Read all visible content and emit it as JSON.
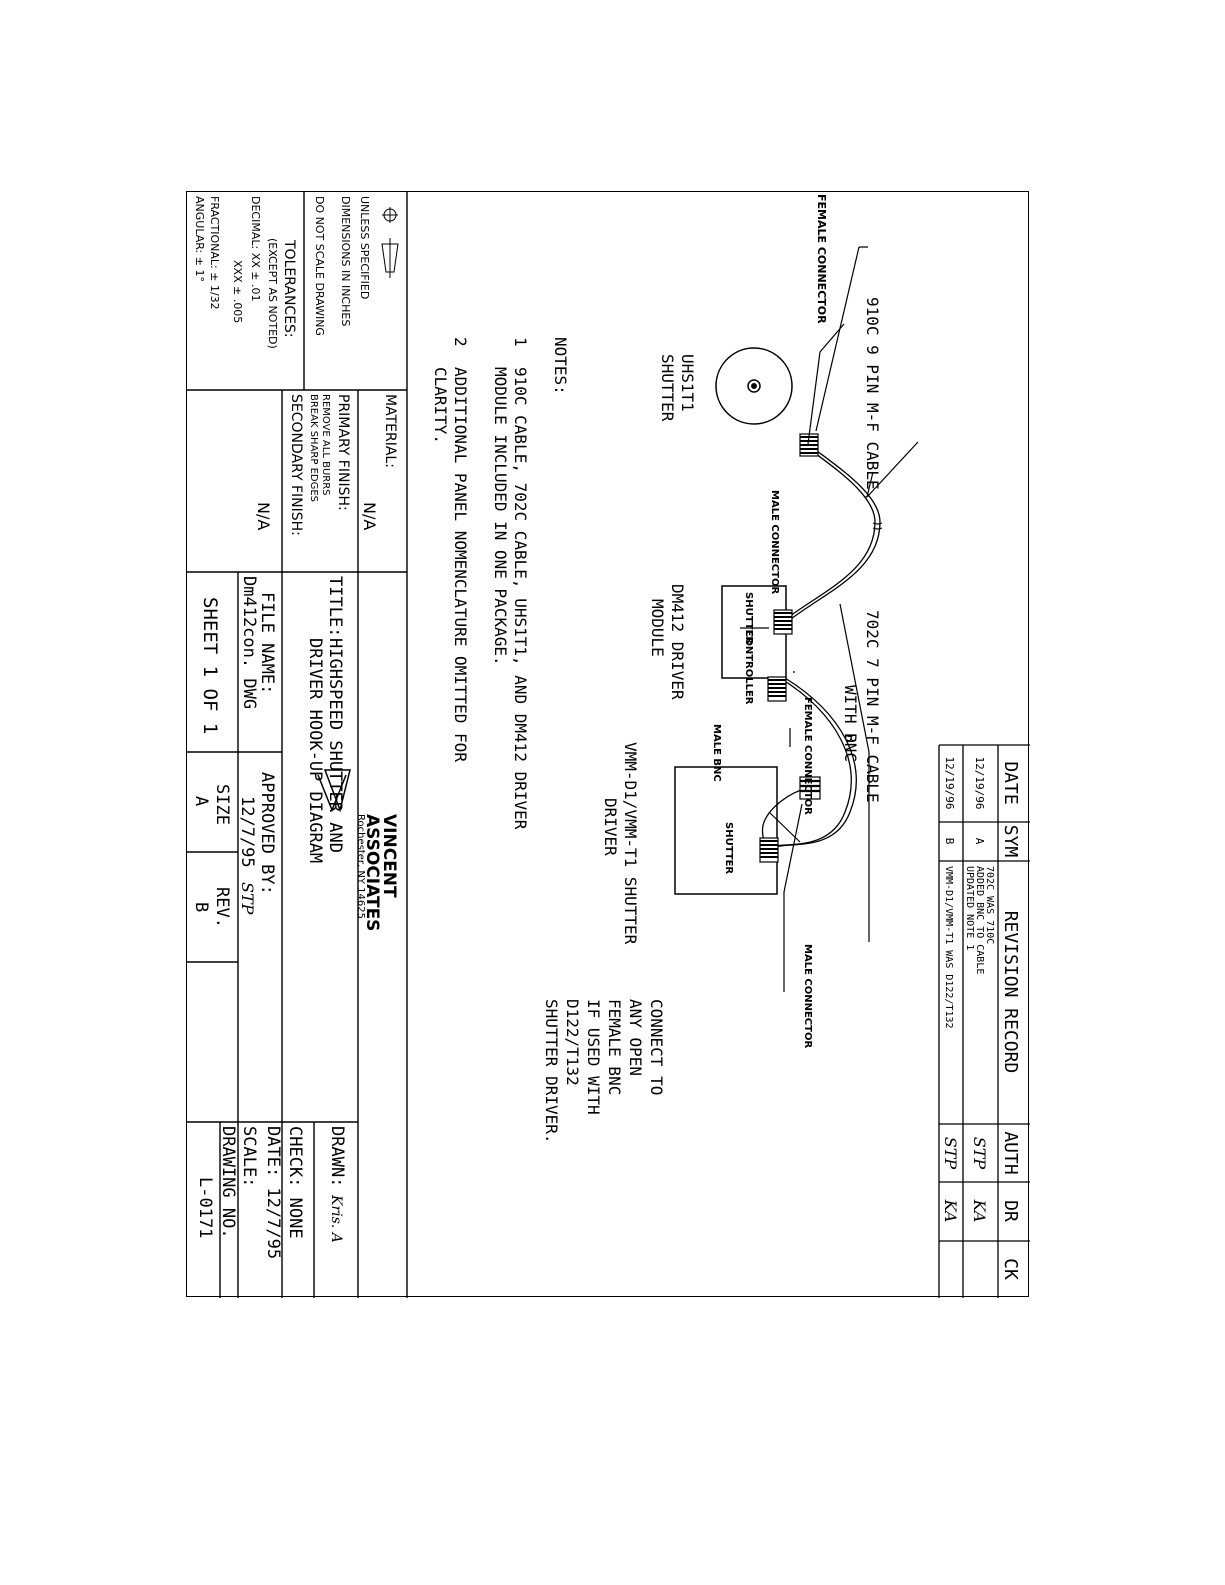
{
  "revision_record": {
    "headers": {
      "date": "DATE",
      "sym": "SYM",
      "rev": "REVISION RECORD",
      "auth": "AUTH",
      "dr": "DR",
      "ck": "CK"
    },
    "rows": [
      {
        "date": "12/19/96",
        "sym": "A",
        "desc": [
          "702C WAS 710C",
          "ADDED BNC TO CABLE",
          "UPDATED NOTE 1"
        ],
        "auth": "STP",
        "dr": "KA",
        "ck": ""
      },
      {
        "date": "12/19/96",
        "sym": "B",
        "desc": [
          "VMM-D1/VMM-T1 WAS D122/T132"
        ],
        "auth": "STP",
        "dr": "KA",
        "ck": ""
      }
    ]
  },
  "diagram": {
    "labels": {
      "cable_910c": "910C 9 PIN M-F CABLE",
      "cable_702c_1": "702C 7 PIN M-F CABLE",
      "cable_702c_2": "WITH BNC",
      "female_connector_1": "FEMALE CONNECTOR",
      "male_connector_1": "MALE CONNECTOR",
      "female_connector_2": "FEMALE CONNECTOR",
      "male_connector_2": "MALE CONNECTOR",
      "male_bnc": "MALE BNC",
      "shutter_port": "SHUTTER",
      "controller_port": "CONTROLLER",
      "vmm_shutter_port": "SHUTTER",
      "uhs_1": "UHS1T1",
      "uhs_2": "SHUTTER",
      "dm412_1": "DM412 DRIVER",
      "dm412_2": "MODULE",
      "vmm_1": "VMM-D1/VMM-T1 SHUTTER",
      "vmm_2": "DRIVER",
      "connect_note": [
        "CONNECT TO",
        "ANY OPEN",
        "FEMALE BNC",
        "IF USED WITH",
        "D122/T132",
        "SHUTTER DRIVER."
      ]
    }
  },
  "notes": {
    "heading": "NOTES:",
    "items": [
      {
        "num": "1",
        "lines": [
          "910C CABLE, 702C CABLE, UHS1T1, AND DM412 DRIVER",
          "MODULE INCLUDED IN ONE PACKAGE."
        ]
      },
      {
        "num": "2",
        "lines": [
          "ADDITIONAL PANEL NOMENCLATURE OMITTED FOR",
          "CLARITY."
        ]
      }
    ]
  },
  "title_block": {
    "unless_specified": "UNLESS SPECIFIED",
    "dimensions": "DIMENSIONS IN INCHES",
    "do_not_scale": "DO NOT SCALE DRAWING",
    "tolerances": "TOLERANCES:",
    "except_as_noted": "(EXCEPT AS NOTED)",
    "decimal_xx": "DECIMAL:  XX  ±  .01",
    "decimal_xxx": "XXX  ±  .005",
    "fractional": "FRACTIONAL:  ±  1/32",
    "angular": "ANGULAR:      ±  1°",
    "material_label": "MATERIAL:",
    "material_value": "N/A",
    "primary_finish_label": "PRIMARY FINISH:",
    "primary_finish_1": "REMOVE ALL BURRS",
    "primary_finish_2": "BREAK SHARP EDGES",
    "secondary_finish_label": "SECONDARY FINISH:",
    "secondary_finish_value": "N/A",
    "company_1": "VINCENT",
    "company_2": "ASSOCIATES",
    "company_3": "Rochester, NY 14625",
    "title_label": "TITLE:",
    "title_1": "HIGHSPEED SHUTTER AND",
    "title_2": "DRIVER HOOK-UP DIAGRAM",
    "drawn_label": "DRAWN:",
    "drawn_sig": "Kris. A",
    "check": "CHECK: NONE",
    "date": "DATE: 12/7/95",
    "scale": "SCALE:",
    "file_name_label": "FILE NAME:",
    "file_name_value": "Dm412con. DWG",
    "approved_label": "APPROVED  BY:",
    "approved_date": "12/7/95",
    "approved_sig": "STP",
    "sheet": "SHEET 1 OF 1",
    "size_label": "SIZE",
    "size_value": "A",
    "rev_label": "REV.",
    "rev_value": "B",
    "drawing_no_label": "DRAWING NO.",
    "drawing_no_value": "L-0171"
  }
}
